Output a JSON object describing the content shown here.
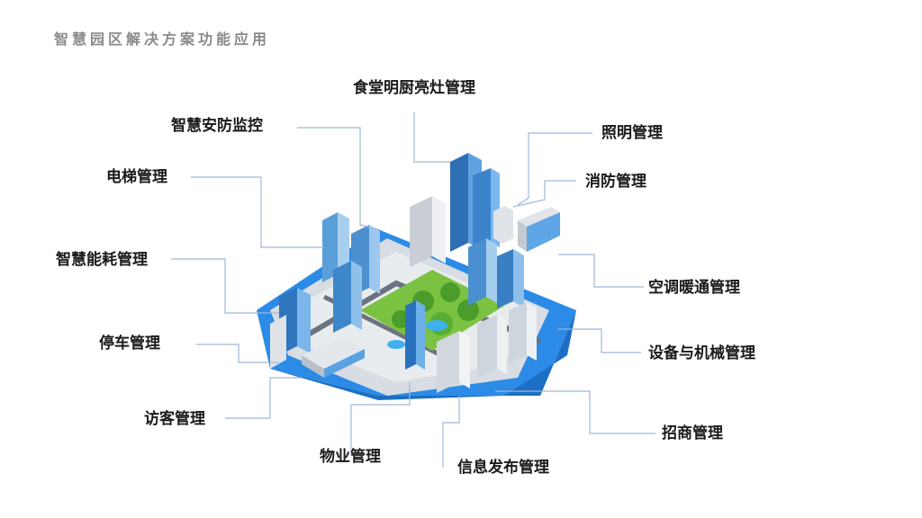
{
  "header": {
    "title": "智慧园区解决方案功能应用"
  },
  "colors": {
    "connector": "#9fb8d8",
    "water": "#2b8be6",
    "building": "#3b7fc4",
    "park": "#7cc242"
  },
  "labels": {
    "canteen": "食堂明厨亮灶管理",
    "security": "智慧安防监控",
    "elevator": "电梯管理",
    "energy": "智慧能耗管理",
    "parking": "停车管理",
    "visitor": "访客管理",
    "property": "物业管理",
    "info": "信息发布管理",
    "lighting": "照明管理",
    "fire": "消防管理",
    "hvac": "空调暖通管理",
    "equipment": "设备与机械管理",
    "investment": "招商管理"
  }
}
